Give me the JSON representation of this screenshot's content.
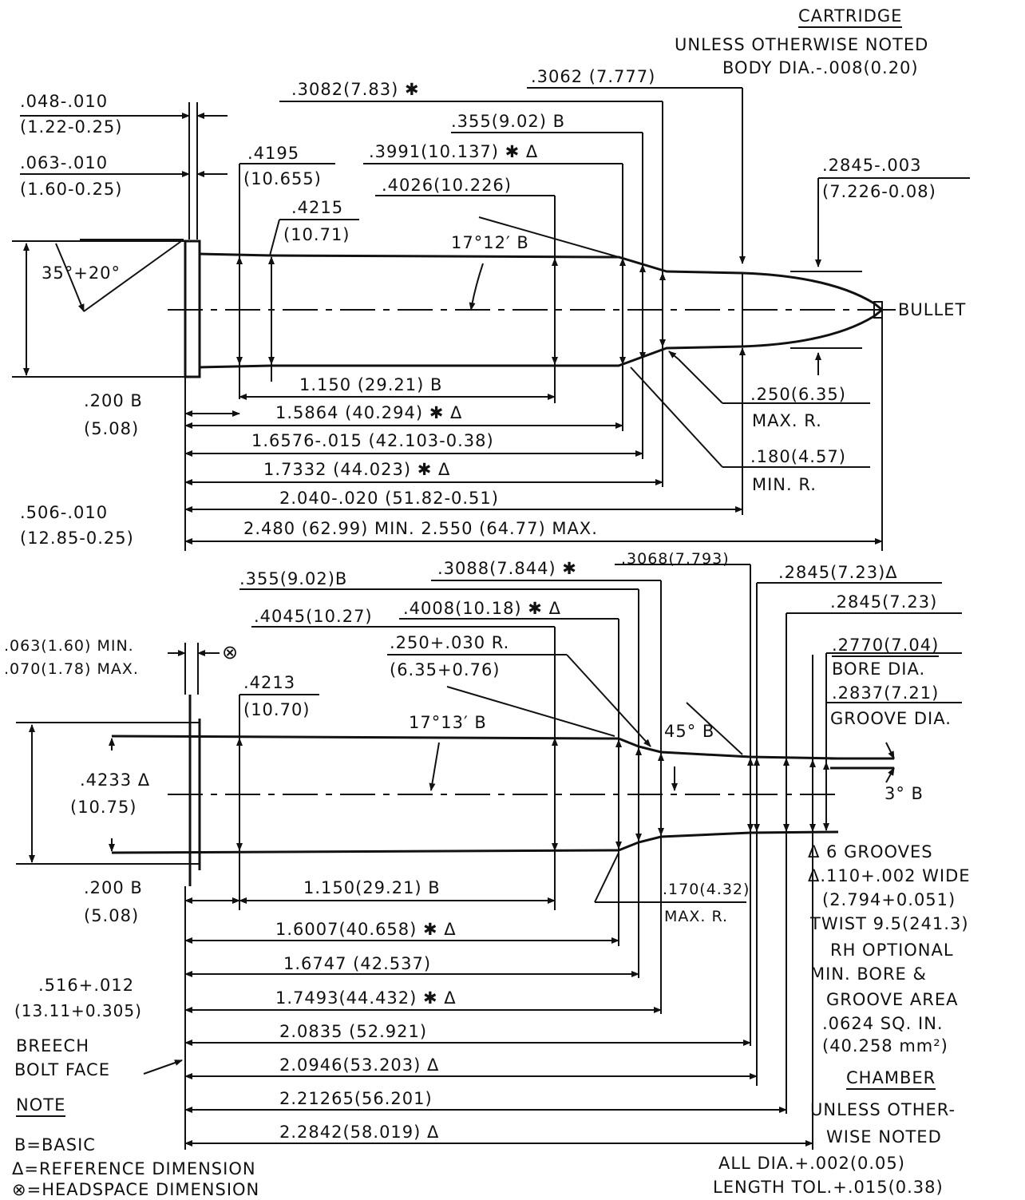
{
  "cartridge": {
    "title": "CARTRIDGE",
    "note1": "UNLESS OTHERWISE NOTED",
    "note2": "BODY DIA.-.008(0.20)",
    "rim_thickness_a": ".048-.010",
    "rim_thickness_b": "(1.22-0.25)",
    "extractor_groove_a": ".063-.010",
    "extractor_groove_b": "(1.60-0.25)",
    "shoulder_dia": ".3082(7.83) ✱",
    "neck_dia_top": ".3062 (7.777)",
    "neck_base_dia": ".355(9.02) B",
    "shoulder_base_dia": ".3991(10.137) ✱ Δ",
    "groove_dia_a": ".4195",
    "groove_dia_b": "(10.655)",
    "body_dia": ".4026(10.226)",
    "base_dia_a": ".4215",
    "base_dia_b": "(10.71)",
    "bullet_dia_a": ".2845-.003",
    "bullet_dia_b": "(7.226-0.08)",
    "rim_angle": "35°+20°",
    "taper_angle": "17°12′ B",
    "bullet_label": "BULLET",
    "len_body": "1.150 (29.21) B",
    "len_200_a": ".200 B",
    "len_200_b": "(5.08)",
    "len_shoulder": "1.5864 (40.294) ✱ Δ",
    "len_neck_start": "1.6576-.015 (42.103-0.38)",
    "len_neck": "1.7332 (44.023) ✱ Δ",
    "len_case": "2.040-.020 (51.82-0.51)",
    "len_overall": "2.480 (62.99) MIN.   2.550 (64.77) MAX.",
    "rim_dia_a": ".506-.010",
    "rim_dia_b": "(12.85-0.25)",
    "radius_max_a": ".250(6.35)",
    "radius_max_b": "MAX. R.",
    "radius_min_a": ".180(4.57)",
    "radius_min_b": "MIN. R."
  },
  "chamber": {
    "title": "CHAMBER",
    "neck_dia": ".355(9.02)B",
    "shoulder_dia": ".3088(7.844) ✱",
    "neck_dia_2": ".3068(7.793)",
    "freebore_dia_ref": ".2845(7.23)Δ",
    "freebore_dia": ".2845(7.23)",
    "body_dia_base": ".4045(10.27)",
    "body_dia_front": ".4008(10.18) ✱ Δ",
    "shoulder_radius_a": ".250+.030 R.",
    "shoulder_radius_b": "(6.35+0.76)",
    "headspace_a": ".063(1.60) MIN.",
    "headspace_b": ".070(1.78) MAX.",
    "headspace_symbol": "⊗",
    "base_dia_a": ".4213",
    "base_dia_b": "(10.70)",
    "taper_angle": "17°13′ B",
    "shoulder_angle": "45° B",
    "leade_angle": "3° B",
    "bore_dia_a": ".2770(7.04)",
    "bore_dia_b": "BORE DIA.",
    "groove_dia_a": ".2837(7.21)",
    "groove_dia_b": "GROOVE DIA.",
    "rim_recess_a": ".4233 Δ",
    "rim_recess_b": "(10.75)",
    "len_200_a": ".200 B",
    "len_200_b": "(5.08)",
    "len_body": "1.150(29.21) B",
    "radius_170_a": ".170(4.32)",
    "radius_170_b": "MAX. R.",
    "len_1": "1.6007(40.658) ✱ Δ",
    "len_2": "1.6747 (42.537)",
    "len_3": "1.7493(44.432) ✱ Δ",
    "len_4": "2.0835 (52.921)",
    "len_5": "2.0946(53.203) Δ",
    "len_6": "2.21265(56.201)",
    "len_7": "2.2842(58.019) Δ",
    "rim_dia_a": ".516+.012",
    "rim_dia_b": "(13.11+0.305)",
    "breech_a": "BREECH",
    "breech_b": "BOLT FACE",
    "grooves_1": "Δ 6  GROOVES",
    "grooves_2": "Δ.110+.002 WIDE",
    "grooves_3": "(2.794+0.051)",
    "grooves_4": "TWIST 9.5(241.3)",
    "grooves_5": "RH  OPTIONAL",
    "grooves_6": "MIN. BORE &",
    "grooves_7": "GROOVE AREA",
    "grooves_8": ".0624  SQ. IN.",
    "grooves_9": "(40.258 mm²)",
    "note_unless_1": "UNLESS OTHER-",
    "note_unless_2": "WISE  NOTED",
    "tol_dia": "ALL DIA.+.002(0.05)",
    "tol_len": "LENGTH TOL.+.015(0.38)"
  },
  "legend": {
    "title": "NOTE",
    "basic": "B=BASIC",
    "reference": "Δ=REFERENCE DIMENSION",
    "headspace": "⊗=HEADSPACE DIMENSION"
  }
}
